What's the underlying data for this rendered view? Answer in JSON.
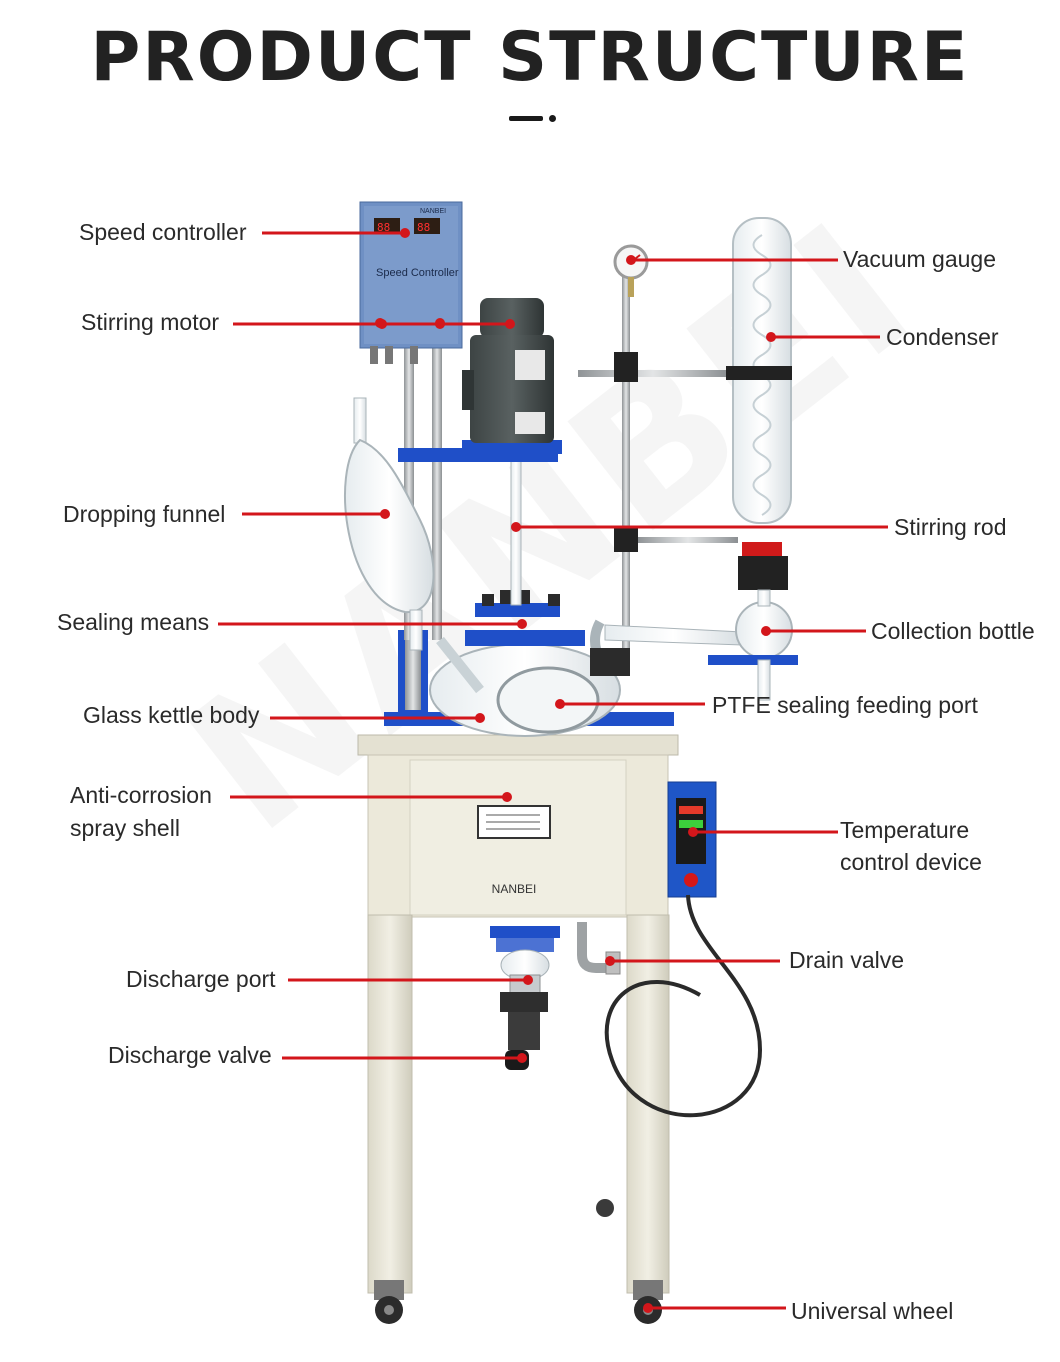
{
  "header": {
    "title": "PRODUCT STRUCTURE"
  },
  "watermark": "NANBEI",
  "machine": {
    "controller_brand": "NANBEI",
    "controller_text": "Speed Controller",
    "cabinet_brand": "NANBEI"
  },
  "labels": {
    "speed_controller": "Speed controller",
    "stirring_motor": "Stirring motor",
    "dropping_funnel": "Dropping funnel",
    "sealing_means": "Sealing means",
    "glass_kettle_body": "Glass kettle body",
    "anti_corrosion_line1": "Anti-corrosion",
    "anti_corrosion_line2": "spray shell",
    "discharge_port": "Discharge port",
    "discharge_valve": "Discharge valve",
    "vacuum_gauge": "Vacuum gauge",
    "condenser": "Condenser",
    "stirring_rod": "Stirring rod",
    "collection_bottle": "Collection bottle",
    "ptfe_port": "PTFE sealing feeding port",
    "temperature_line1": "Temperature",
    "temperature_line2": "control device",
    "drain_valve": "Drain valve",
    "universal_wheel": "Universal wheel"
  },
  "colors": {
    "leader_red": "#d3161b",
    "frame_blue": "#1f4fc8",
    "cabinet_cream": "#ece9da",
    "text_dark": "#222222"
  }
}
